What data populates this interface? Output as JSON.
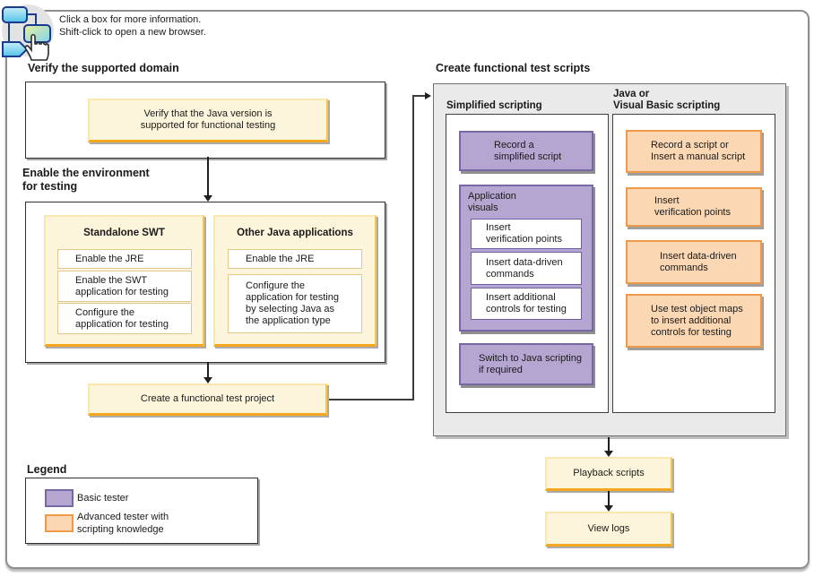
{
  "page": {
    "instructions": "Click a box for more information.\nShift-click to open a new browser."
  },
  "sections": {
    "verify": {
      "title": "Verify the supported domain",
      "box": "Verify that the Java version is\nsupported for functional testing"
    },
    "enable": {
      "title": "Enable the environment\nfor testing",
      "standalone_swt": {
        "title": "Standalone SWT",
        "steps": [
          "Enable the JRE",
          "Enable the SWT\napplication for testing",
          "Configure the\napplication for testing"
        ]
      },
      "other_java": {
        "title": "Other Java applications",
        "steps": [
          "Enable the JRE",
          "Configure the\napplication for testing\nby selecting Java as\nthe application type"
        ]
      }
    },
    "project": {
      "box": "Create a functional test project"
    },
    "scripts": {
      "title": "Create functional test scripts",
      "simplified": {
        "title": "Simplified scripting",
        "record": "Record a\nsimplified script",
        "application_visuals": {
          "title": "Application\nvisuals",
          "steps": [
            "Insert\nverification points",
            "Insert data-driven\ncommands",
            "Insert additional\ncontrols for testing"
          ]
        },
        "switch": "Switch to Java scripting\nif required"
      },
      "java_vb": {
        "title": "Java or\nVisual Basic scripting",
        "steps": [
          "Record a script or\nInsert a manual script",
          "Insert\nverification points",
          "Insert data-driven\ncommands",
          "Use test object maps\nto insert additional\ncontrols for testing"
        ]
      }
    },
    "playback": {
      "box": "Playback scripts"
    },
    "view_logs": {
      "box": "View logs"
    },
    "legend": {
      "title": "Legend",
      "items": [
        {
          "label": "Basic tester"
        },
        {
          "label": "Advanced tester with\nscripting knowledge"
        }
      ]
    }
  },
  "colors": {
    "task_fill": "#FDF5DB",
    "task_border": "#F2A71E",
    "basic_fill": "#B4A6D0",
    "basic_border": "#7767A5",
    "advanced_fill": "#FBD8B3",
    "advanced_border": "#EF9A48",
    "container_fill": "#EAEAEA"
  }
}
